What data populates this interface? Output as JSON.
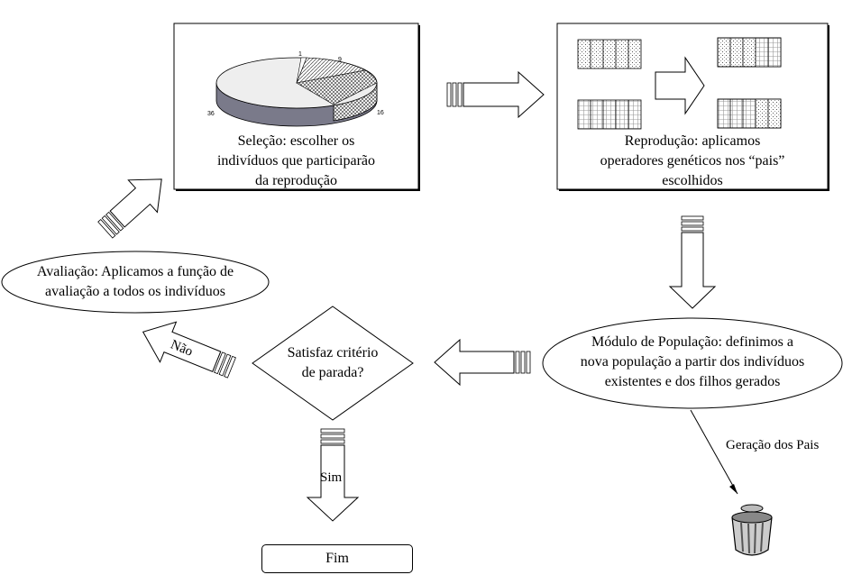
{
  "selecao": {
    "lines": [
      "Seleção: escolher os",
      "indivíduos que participarão",
      "da reprodução"
    ],
    "pie_values": [
      1,
      9,
      16,
      36
    ],
    "pie_labels": [
      "1",
      "9",
      "16",
      "36"
    ]
  },
  "reproducao": {
    "lines": [
      "Reprodução: aplicamos",
      "operadores genéticos nos “pais”",
      "escolhidos"
    ]
  },
  "populacao": {
    "lines": [
      "Módulo de População: definimos a",
      "nova população a partir dos indivíduos",
      "existentes e dos filhos gerados"
    ]
  },
  "avaliacao": {
    "lines": [
      "Avaliação: Aplicamos a função de",
      "avaliação a todos os indivíduos"
    ]
  },
  "decisao": {
    "lines": [
      "Satisfaz critério",
      "de parada?"
    ]
  },
  "labels": {
    "nao": "Não",
    "sim": "Sim",
    "fim": "Fim",
    "geracao": "Geração dos Pais"
  }
}
